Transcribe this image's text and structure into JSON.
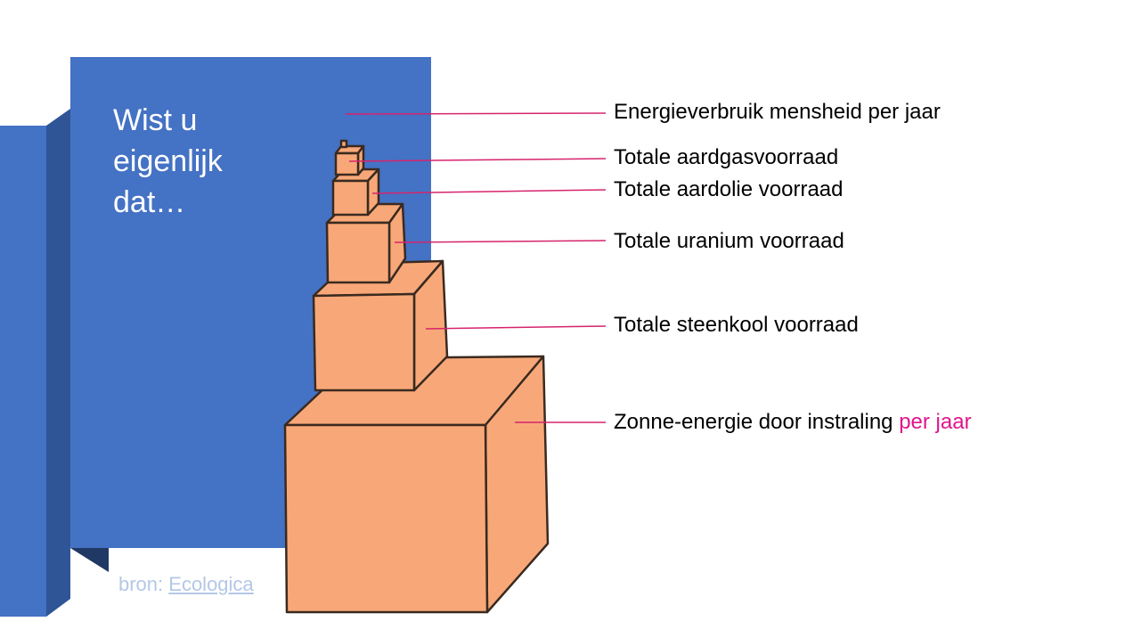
{
  "slide": {
    "title": "Wist u\neigenlijk\ndat…",
    "source_prefix": "bron: ",
    "source_link": "Ecologica",
    "labels": [
      {
        "text": "Energieverbruik mensheid per jaar",
        "highlight": ""
      },
      {
        "text": "Totale aardgasvoorraad",
        "highlight": ""
      },
      {
        "text": "Totale aardolie voorraad",
        "highlight": ""
      },
      {
        "text": "Totale uranium voorraad",
        "highlight": ""
      },
      {
        "text": "Totale steenkool voorraad",
        "highlight": ""
      },
      {
        "text": "Zonne-energie door instraling ",
        "highlight": "per jaar"
      }
    ]
  },
  "colors": {
    "panel": "#4472c4",
    "panel_dark": "#2f5597",
    "cube": "#f8a878",
    "line": "#d6246e",
    "highlight": "#e0168c"
  }
}
